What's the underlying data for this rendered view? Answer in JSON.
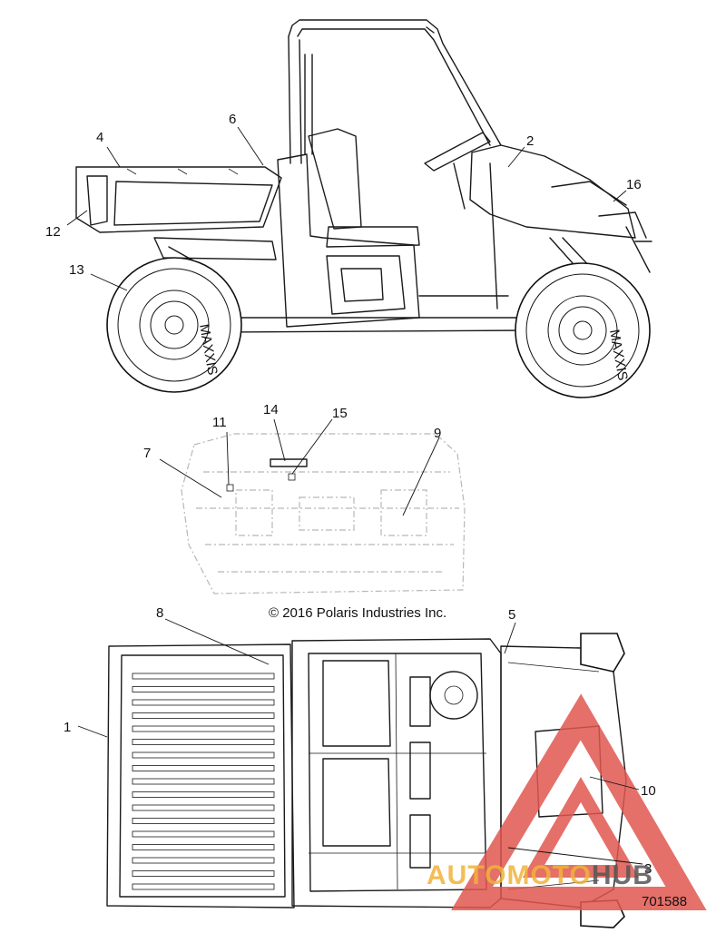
{
  "diagram": {
    "copyright": "© 2016 Polaris Industries Inc.",
    "part_number": "701588",
    "callouts": [
      "1",
      "2",
      "3",
      "4",
      "5",
      "6",
      "7",
      "8",
      "9",
      "10",
      "11",
      "12",
      "13",
      "14",
      "15",
      "16"
    ],
    "tire_brand": "MAXXIS"
  },
  "watermark": {
    "part1": "AUTOMOTO",
    "part2": "HUB",
    "color_primary": "#e0584f",
    "color_secondary": "#f2b23a",
    "color_dark": "#555555"
  }
}
